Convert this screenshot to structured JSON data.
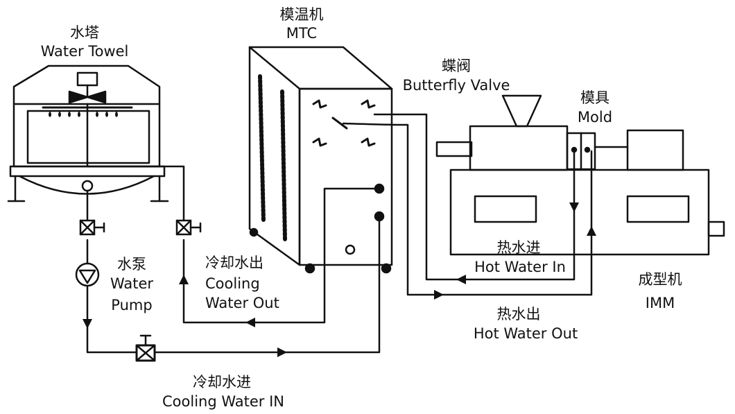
{
  "labels": {
    "water_tower_cn": "水塔",
    "water_tower_en": "Water Towel",
    "mtc_cn": "模温机",
    "mtc_en": "MTC",
    "butterfly_valve_cn": "蝶阀",
    "butterfly_valve_en": "Butterfly  Valve",
    "mold_cn": "模具",
    "mold_en": "Mold",
    "water_pump_cn": "水泵",
    "water_pump_en_1": "Water",
    "water_pump_en_2": "Pump",
    "cooling_out_cn": "冷却水出",
    "cooling_out_en_1": "Cooling",
    "cooling_out_en_2": "Water Out",
    "hot_in_cn": "热水进",
    "hot_in_en": "Hot Water In",
    "imm_cn": "成型机",
    "imm_en": "IMM",
    "hot_out_cn": "热水出",
    "hot_out_en": "Hot Water Out",
    "cooling_in_cn": "冷却水进",
    "cooling_in_en": "Cooling  Water  IN"
  },
  "colors": {
    "line": "#111111",
    "background": "#ffffff"
  }
}
